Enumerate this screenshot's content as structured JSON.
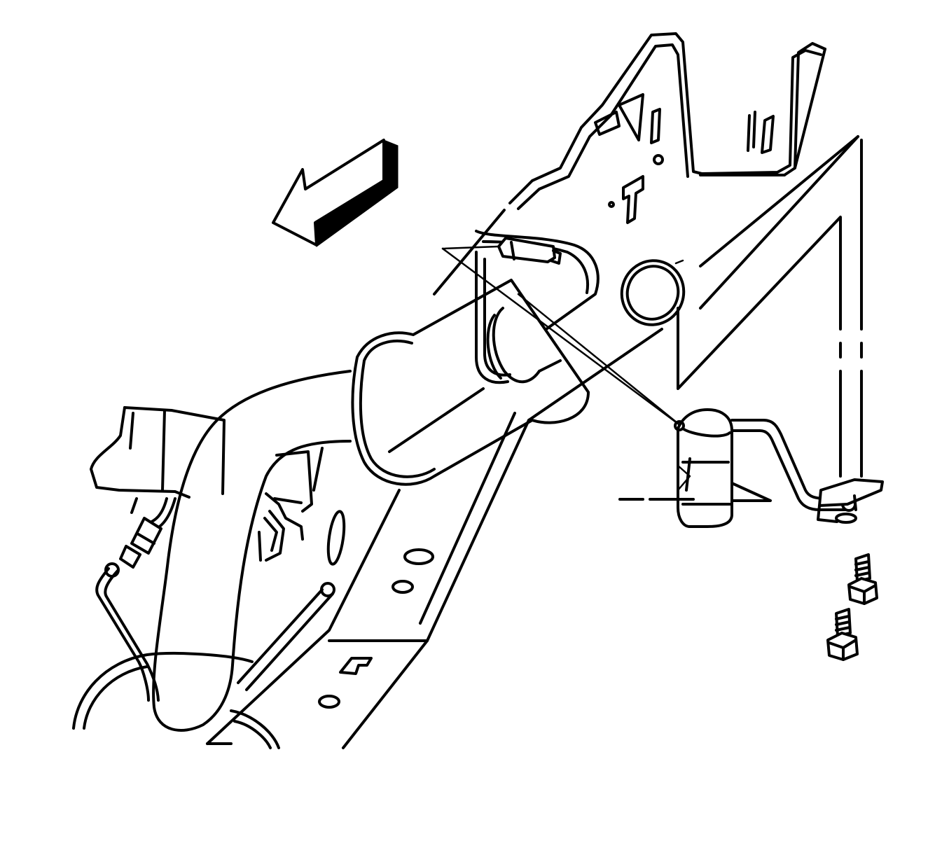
{
  "figure": {
    "background": "#ffffff",
    "ink": "#000000",
    "components": [
      {
        "id": "direction-arrow",
        "icon": "arrow-left-down-icon"
      },
      {
        "id": "frame-rail"
      },
      {
        "id": "crossmember-bracket"
      },
      {
        "id": "exhaust-pipe"
      },
      {
        "id": "insulator-hanger"
      },
      {
        "id": "hanger-bracket"
      },
      {
        "id": "bolt-upper"
      },
      {
        "id": "bolt-lower"
      },
      {
        "id": "brake-lines"
      }
    ]
  }
}
